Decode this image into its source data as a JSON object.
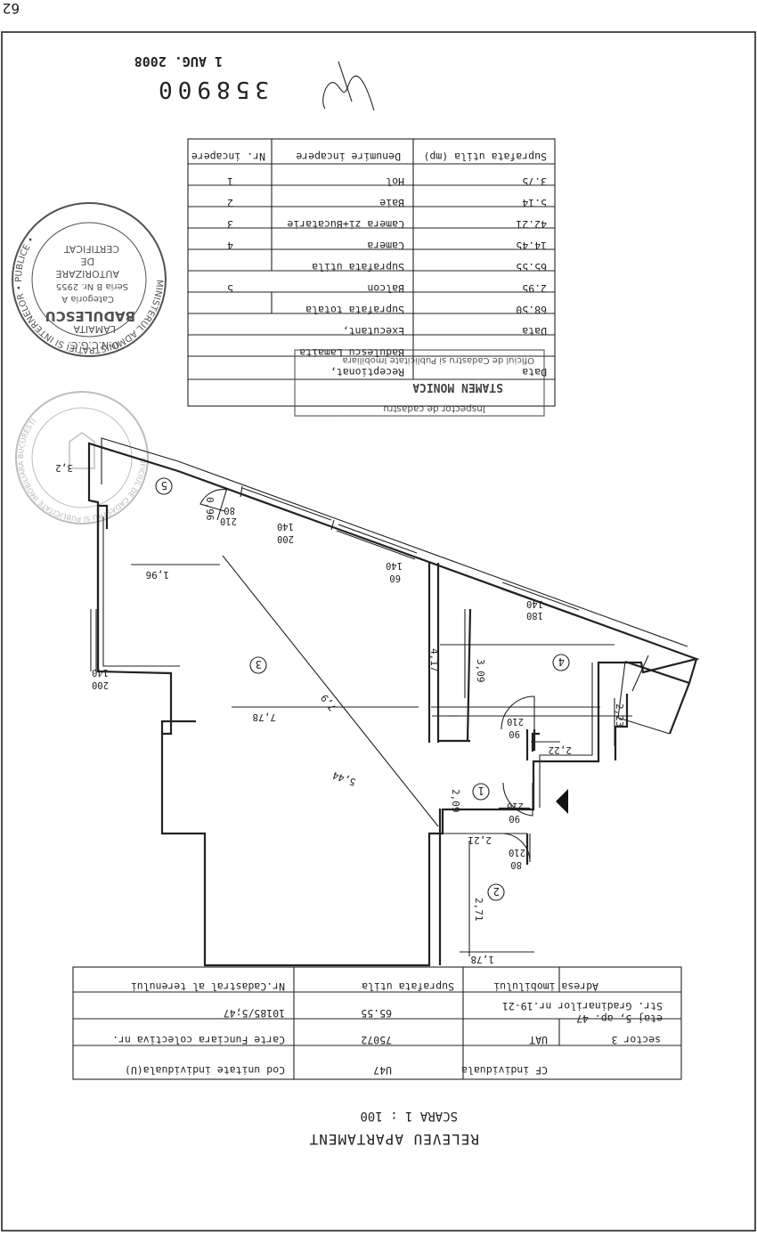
{
  "corner_mark": "62",
  "header_stamp": {
    "date": "1 AUG. 2008",
    "number": "358900"
  },
  "title": "RELEVEU APARTAMENT",
  "scale": "SCARA 1 : 100",
  "rooms_table": {
    "headers": [
      "Nr. incapere",
      "Denumire incapere",
      "Suprafata utila (mp)"
    ],
    "rows": [
      {
        "nr": "1",
        "name": "Hol",
        "area": "3.75"
      },
      {
        "nr": "2",
        "name": "Baie",
        "area": "5.14"
      },
      {
        "nr": "3",
        "name": "Camera zi+Bucatarie",
        "area": "42.21"
      },
      {
        "nr": "4",
        "name": "Camera",
        "area": "14.45"
      }
    ],
    "useful_label": "Suprafata utila",
    "useful_value": "65.55",
    "balcony": {
      "nr": "5",
      "name": "Balcon",
      "area": "2.95"
    },
    "total_label": "Suprafata totala",
    "total_value": "68.50",
    "executant_label": "Executant,",
    "executant_name": "Badulescu Lamaita",
    "date_label": "Data",
    "receptionat_label": "Receptionat,",
    "inspector_name": "STAMEN MONICA",
    "inspector_title": "Inspector de cadastru",
    "office_text": "Oficiul de Cadastru si Publicitate Imobiliara"
  },
  "circular_stamp": {
    "outer": "MINISTERUL ADMINISTRATIEI SI INTERNELOR • PUBLICE •",
    "line1": "CERTIFICAT",
    "line2": "DE",
    "line3": "AUTORIZARE",
    "line4": "Seria B Nr. 2955",
    "line5": "Categoria A",
    "name": "BADULESCU",
    "name2": "LAMAITA",
    "oncgc": "O.N.C.G.C."
  },
  "seal_stamp": {
    "text": "OFICIUL DE CADASTRU SI PUBLICITATE IMOBILIARA BUCURESTI"
  },
  "plan_labels": {
    "rooms": [
      "1",
      "2",
      "3",
      "4",
      "5"
    ],
    "dimensions": {
      "d_3_2": "3,2",
      "d_0_96": "0,96",
      "d_1_96": "1,96",
      "d_7_9": "7,9",
      "d_7_78": "7,78",
      "d_5_44": "5,44",
      "d_4_17": "4,17",
      "d_3_09": "3,09",
      "d_2_23": "2,23",
      "d_2_22": "2,22",
      "d_2_09": "2,09",
      "d_2_21": "2,21",
      "d_2_71": "2,71",
      "d_1_78": "1,78"
    },
    "openings": {
      "win_bal_a": "80",
      "win_bal_b": "210",
      "win_top_a": "140",
      "win_top_b": "200",
      "win_60_a": "140",
      "win_60_b": "60",
      "win_r4_a": "140",
      "win_r4_b": "180",
      "win_left_a": "140",
      "win_left_b": "200",
      "door_r4_a": "210",
      "door_r4_b": "90",
      "door_hol_a": "210",
      "door_hol_b": "90",
      "door_baie_a": "210",
      "door_baie_b": "80"
    }
  },
  "info_table": {
    "rows": [
      [
        "Nr.Cadastral al terenului",
        "Suprafata utila",
        "Adresa imobilului",
        ""
      ],
      [
        "10185/5;47",
        "65.55",
        "Str. Gradinarilor nr.19-21",
        "etaj 5, ap. 47"
      ],
      [
        "Carte Funciara colectiva nr.",
        "75072",
        "UAT",
        "sector 3"
      ],
      [
        "Cod unitate individuala(U)",
        "U47",
        "CF individuala",
        ""
      ]
    ]
  }
}
